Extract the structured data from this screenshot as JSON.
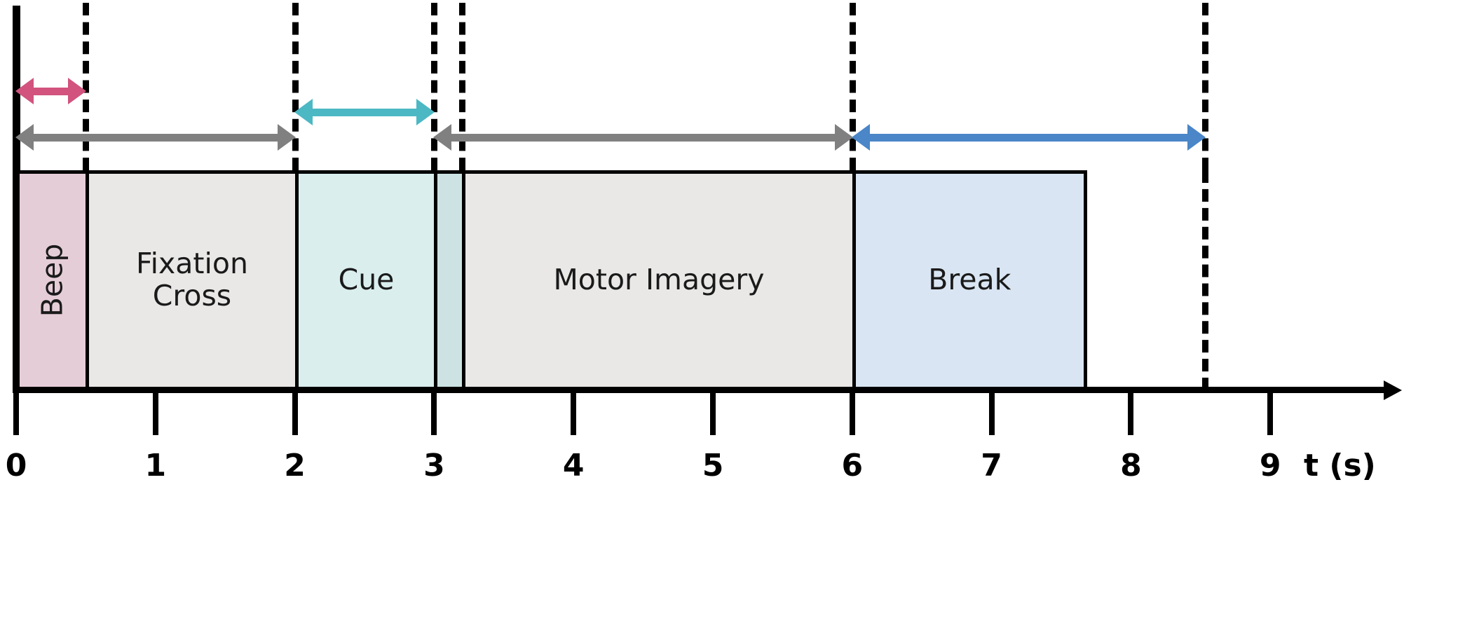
{
  "figure": {
    "type": "timeline-diagram",
    "axis": {
      "title": "t (s)",
      "tick_labels": [
        "0",
        "1",
        "2",
        "3",
        "4",
        "5",
        "6",
        "7",
        "8",
        "9"
      ],
      "tick_values": [
        0,
        1,
        2,
        3,
        4,
        5,
        6,
        7,
        8,
        9
      ],
      "unit": "s",
      "range": [
        0,
        9.6
      ]
    },
    "blocks": [
      {
        "label": "Beep",
        "start": 0.0,
        "end": 0.5,
        "fill": "#e5cdd7",
        "orientation": "vertical"
      },
      {
        "label": "Fixation\nCross",
        "start": 0.5,
        "end": 2.0,
        "fill": "#e9e8e7",
        "orientation": "horizontal"
      },
      {
        "label": "Cue",
        "start": 2.0,
        "end": 3.0,
        "fill": "#daeeee",
        "orientation": "horizontal"
      },
      {
        "label": "",
        "start": 3.0,
        "end": 3.2,
        "fill": "#cde3e3",
        "orientation": "horizontal"
      },
      {
        "label": "Motor Imagery",
        "start": 3.2,
        "end": 6.0,
        "fill": "#e9e8e7",
        "orientation": "horizontal"
      },
      {
        "label": "Break",
        "start": 6.0,
        "end": 7.66,
        "fill": "#d9e5f2",
        "orientation": "horizontal"
      }
    ],
    "dashed_lines": [
      0.5,
      2.0,
      3.0,
      3.2,
      6.0,
      8.53
    ],
    "interval_arrows": [
      {
        "name": "beep-duration",
        "start": 0.0,
        "end": 0.5,
        "color": "#d1537e",
        "row": 0
      },
      {
        "name": "cue-duration",
        "start": 2.0,
        "end": 3.0,
        "color": "#4cb8c4",
        "row": 1
      },
      {
        "name": "fixation-cross-duration",
        "start": 0.0,
        "end": 2.0,
        "color": "#808080",
        "row": 2
      },
      {
        "name": "motor-imagery-duration",
        "start": 3.0,
        "end": 6.0,
        "color": "#808080",
        "row": 2
      },
      {
        "name": "break-duration",
        "start": 6.0,
        "end": 8.53,
        "color": "#4a86c8",
        "row": 2
      }
    ],
    "colors": {
      "beep_fill": "#e5cdd7",
      "fixation_fill": "#e9e8e7",
      "cue_fill": "#daeeee",
      "cue_tail_fill": "#cde3e3",
      "motor_imagery_fill": "#e9e8e7",
      "break_fill": "#d9e5f2",
      "pink_arrow": "#d1537e",
      "teal_arrow": "#4cb8c4",
      "gray_arrow": "#808080",
      "blue_arrow": "#4a86c8",
      "stroke": "#000000"
    }
  }
}
